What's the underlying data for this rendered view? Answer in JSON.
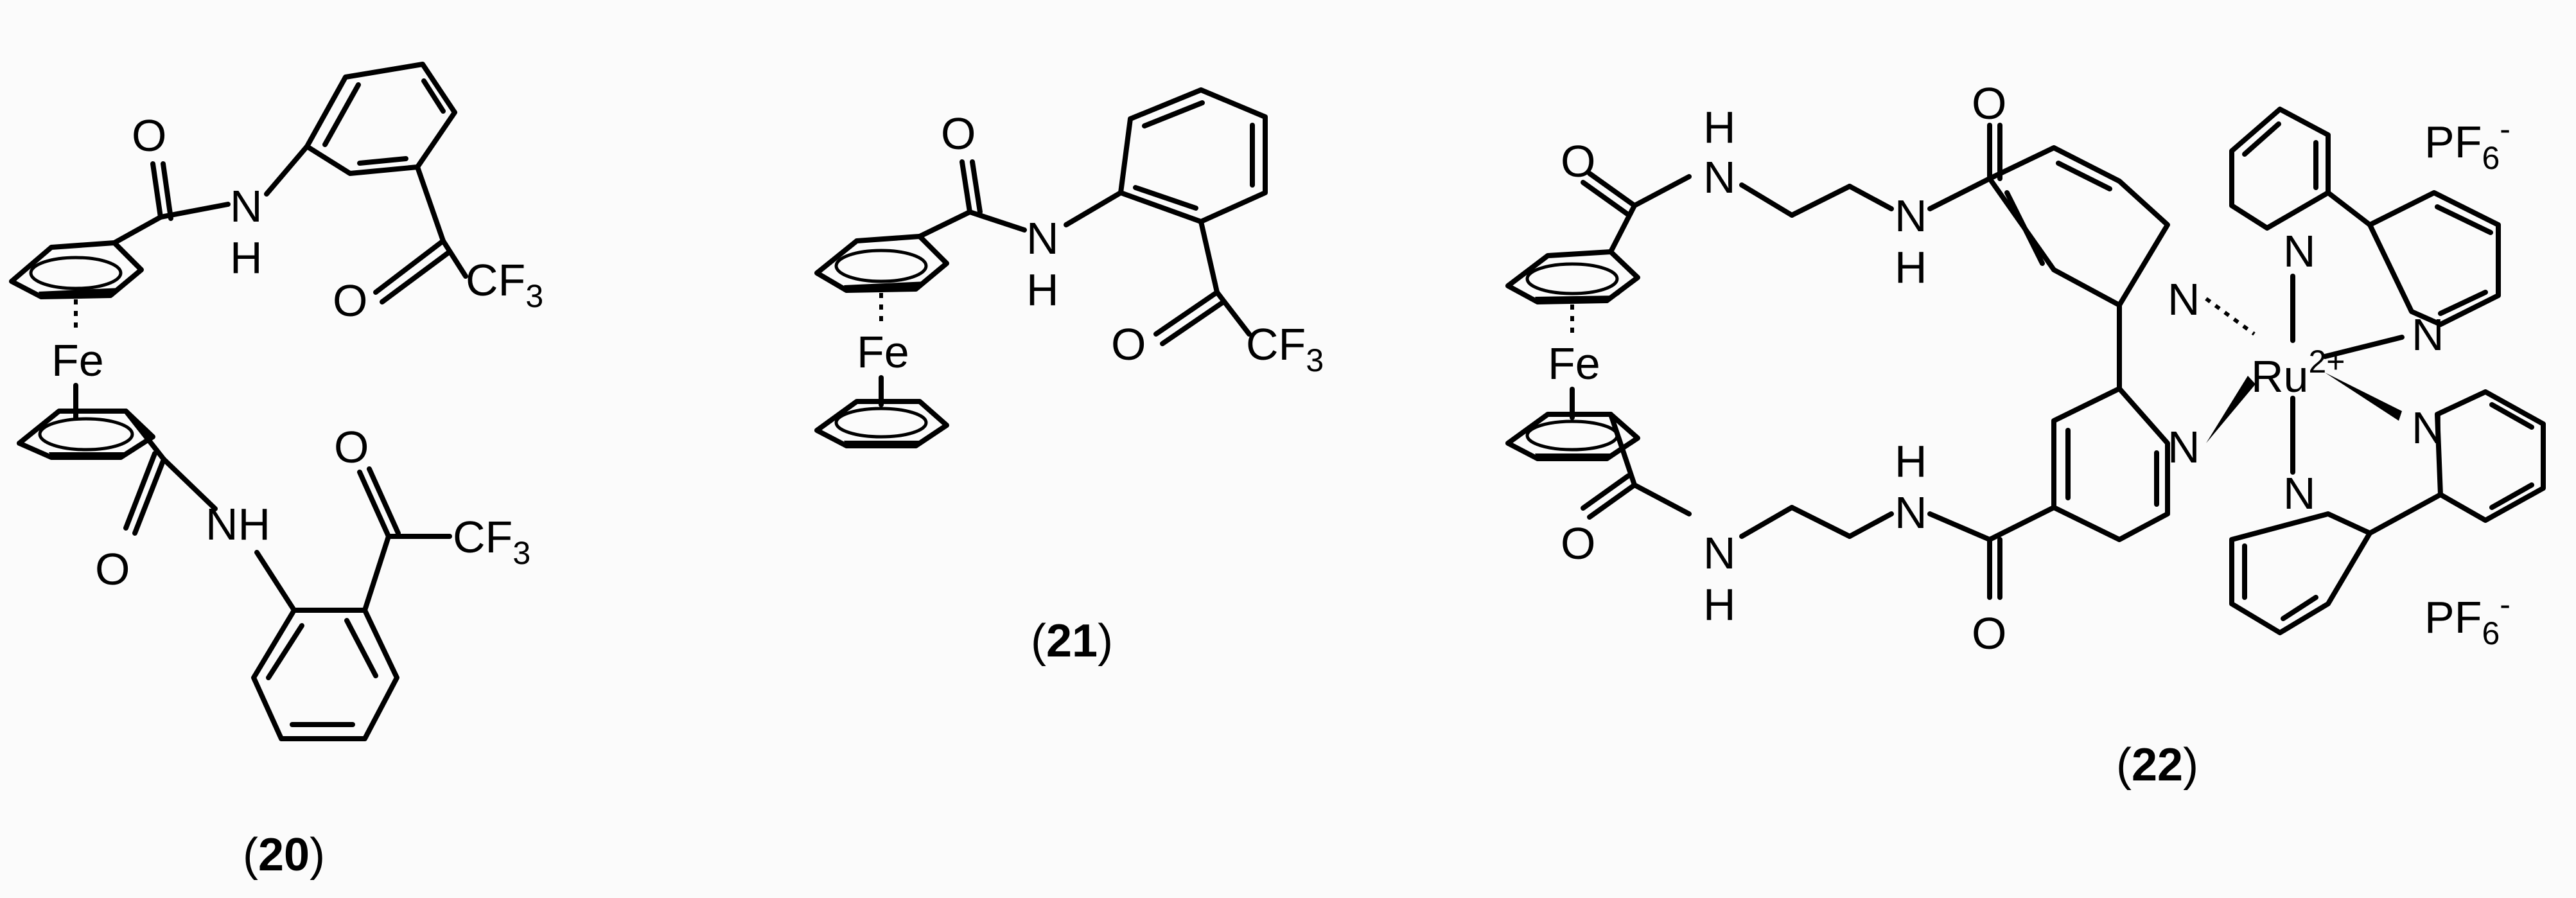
{
  "compounds": {
    "c20": {
      "caption_num": "20",
      "atoms": {
        "o1": "O",
        "nh1_n": "N",
        "nh1_h": "H",
        "o2": "O",
        "cf3_1": "CF",
        "cf3_1_sub": "3",
        "fe": "Fe",
        "nh2": "NH",
        "o3": "O",
        "o4": "O",
        "cf3_2": "CF",
        "cf3_2_sub": "3"
      }
    },
    "c21": {
      "caption_num": "21",
      "atoms": {
        "o1": "O",
        "nh_n": "N",
        "nh_h": "H",
        "o2": "O",
        "cf3": "CF",
        "cf3_sub": "3",
        "fe": "Fe"
      }
    },
    "c22": {
      "caption_num": "22",
      "atoms": {
        "fe": "Fe",
        "o_top_left": "O",
        "nh_top_a_h": "H",
        "nh_top_a_n": "N",
        "nh_top_b_n": "N",
        "nh_top_b_h": "H",
        "o_top_right": "O",
        "o_bot_left": "O",
        "nh_bot_a_n": "N",
        "nh_bot_a_h": "H",
        "nh_bot_b_h": "H",
        "nh_bot_b_n": "N",
        "o_bot_right": "O",
        "n_py1": "N",
        "n_py2": "N",
        "ru": "Ru",
        "ru_charge": "2+",
        "n_bpy1a": "N",
        "n_bpy1b": "N",
        "n_bpy2a": "N",
        "n_bpy2b": "N",
        "pf6_top": "PF",
        "pf6_top_sub": "6",
        "pf6_top_sup": "-",
        "pf6_bot": "PF",
        "pf6_bot_sub": "6",
        "pf6_bot_sup": "-"
      }
    }
  },
  "caption_paren_open": "(",
  "caption_paren_close": ")"
}
